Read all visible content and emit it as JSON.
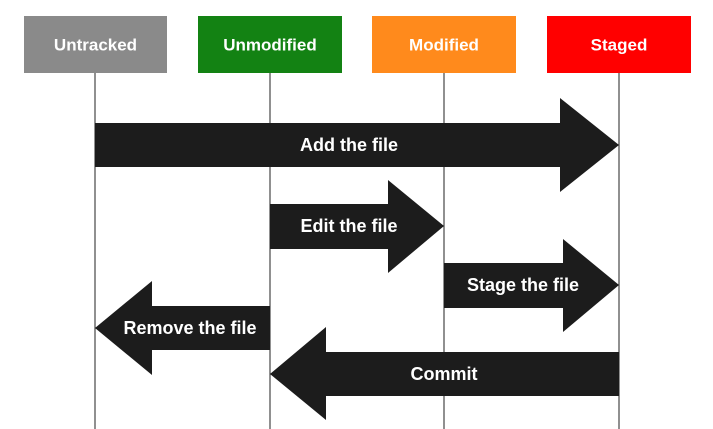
{
  "states": [
    {
      "label": "Untracked",
      "color": "#8a8a8a"
    },
    {
      "label": "Unmodified",
      "color": "#138213"
    },
    {
      "label": "Modified",
      "color": "#ff8a1c"
    },
    {
      "label": "Staged",
      "color": "#ff0000"
    }
  ],
  "transitions": [
    {
      "label": "Add the file",
      "from": "Untracked",
      "to": "Staged"
    },
    {
      "label": "Edit the file",
      "from": "Unmodified",
      "to": "Modified"
    },
    {
      "label": "Stage the file",
      "from": "Modified",
      "to": "Staged"
    },
    {
      "label": "Remove the file",
      "from": "Unmodified",
      "to": "Untracked"
    },
    {
      "label": "Commit",
      "from": "Staged",
      "to": "Unmodified"
    }
  ]
}
